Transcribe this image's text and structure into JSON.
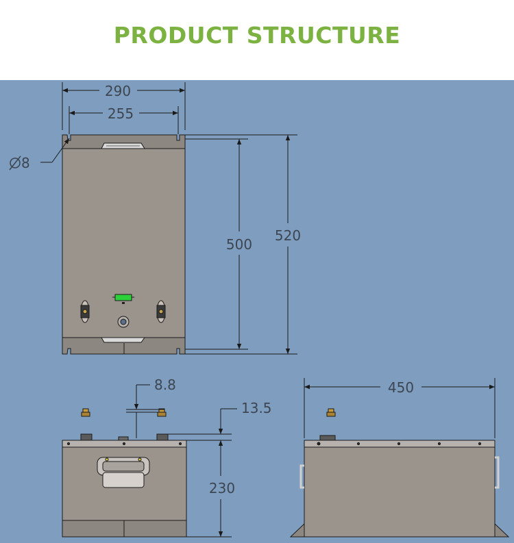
{
  "header": {
    "title": "PRODUCT STRUCTURE"
  },
  "colors": {
    "title": "#7cb241",
    "background": "#7f9dbe",
    "body": "#9a948d",
    "body_dark": "#8d8781",
    "line": "#1a1a1a",
    "dim_text": "#3c4652",
    "indicator": "#2cd13a"
  },
  "front_view": {
    "dims": {
      "outer_width": "290",
      "inner_width": "255",
      "hole": "8",
      "inner_height": "500",
      "outer_height": "520"
    }
  },
  "side_view": {
    "dims": {
      "terminal_gap": "8.8",
      "terminal_height": "13.5",
      "height": "230"
    }
  },
  "end_view": {
    "dims": {
      "length": "450"
    }
  }
}
